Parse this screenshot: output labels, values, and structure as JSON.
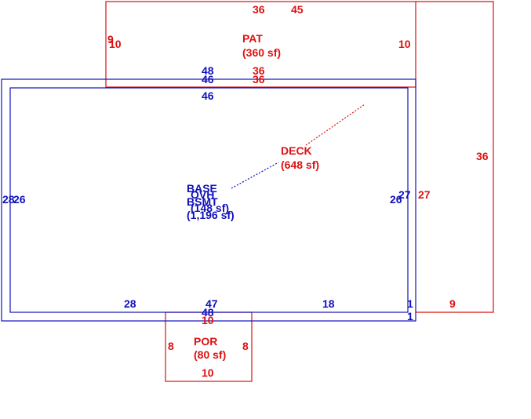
{
  "colors": {
    "red": "#dd1111",
    "blue": "#1111bb"
  },
  "pat": {
    "name": "PAT",
    "area": "(360 sf)"
  },
  "deck": {
    "name": "DECK",
    "area": "(648 sf)"
  },
  "base": {
    "name": "BASE",
    "area": "(1,196 sf)"
  },
  "ovh": {
    "name": "OVH",
    "area": "(148 sf)"
  },
  "bsmt": {
    "name": "BSMT"
  },
  "por": {
    "name": "POR",
    "area": "(80 sf)"
  },
  "dims": {
    "pat_top_36": "36",
    "deck_top_45": "45",
    "pat_left_9": "9",
    "pat_left_10": "10",
    "pat_right_10": "10",
    "outer_top_48": "48",
    "outer_top_46": "46",
    "pat_bottom_36a": "36",
    "pat_bottom_36b": "36",
    "inner_top_46": "46",
    "deck_right_36": "36",
    "left_28": "28",
    "left_26": "26",
    "right_27_blue": "27",
    "right_26_blue": "26",
    "right_27_red": "27",
    "bottom_28": "28",
    "bottom_47": "47",
    "bottom_48": "48",
    "bottom_18": "18",
    "bottom_1a": "1",
    "bottom_1b": "1",
    "deck_bottom_9": "9",
    "por_top_10": "10",
    "por_left_8": "8",
    "por_right_8": "8",
    "por_bottom_10": "10"
  }
}
